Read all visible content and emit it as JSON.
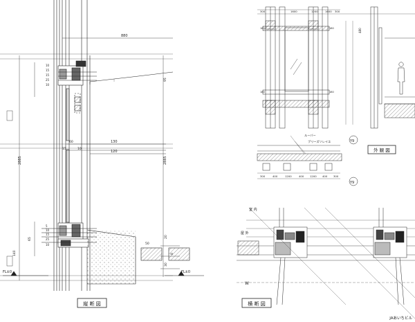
{
  "titles": {
    "vertical_section": "縦 断 図",
    "exterior_view": "外 観 図",
    "horizontal_section": "横 断 図",
    "building": "JAあいちビル"
  },
  "vertical_dimensions": {
    "top_width": "880",
    "mid_width": "130",
    "lower_width": "120",
    "upper_heights": [
      "10",
      "15",
      "15",
      "25",
      "10"
    ],
    "lower_heights": [
      "5",
      "10",
      "15",
      "25",
      "10"
    ],
    "profile_widths": [
      "60",
      "15",
      "10"
    ],
    "height_left": "2885",
    "height_right": "2885",
    "dim_95": "95",
    "dim_65": "65",
    "dim_140": "140",
    "dim_50": "50",
    "dim_20": "20",
    "dim_30": "30",
    "dim_8": "8"
  },
  "levels": {
    "floor_left": "FL±0",
    "floor_right": "FL±0"
  },
  "exterior_dims": {
    "bay_dims": [
      "300",
      "1600",
      "1200",
      "1600",
      "300"
    ],
    "row_dims": [
      "180",
      "180",
      "180",
      "180"
    ],
    "height_tag": "480"
  },
  "section_strip": {
    "upper_note": "ルーバー",
    "lower_note": "ブリーズソレイユ",
    "grid_mark": "Y9",
    "spacings": [
      "300",
      "400",
      "1200",
      "400",
      "1200",
      "400",
      "300"
    ]
  },
  "horizontal_section": {
    "label_interior": "室 内",
    "label_exterior": "屋 外",
    "axis_mark": "W"
  },
  "colors": {
    "ink": "#222222",
    "paper": "#ffffff",
    "hatch": "#555555"
  }
}
